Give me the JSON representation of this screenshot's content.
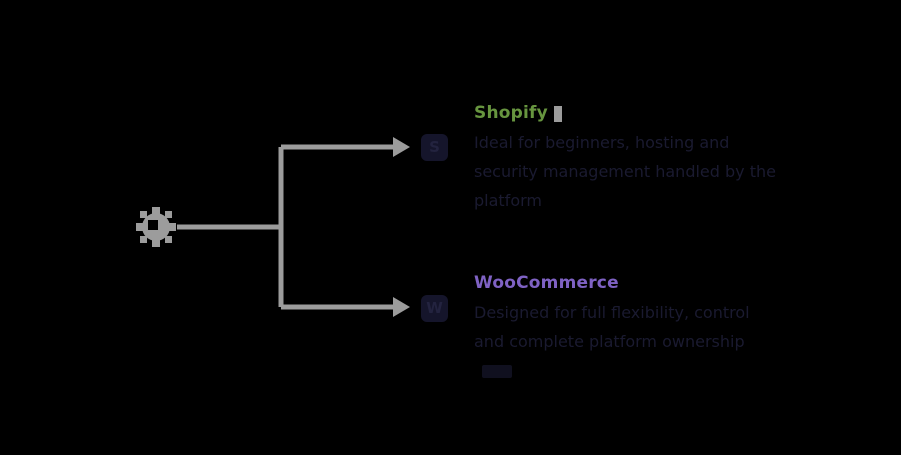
{
  "canvas": {
    "background_color": "#000000",
    "connector_color": "#9C9C9C",
    "description_text_color": "#1A1A30",
    "icon_tile_color": "#15152B"
  },
  "diagram": {
    "root": {
      "icon": "gear-icon"
    },
    "branches": [
      {
        "id": "shopify",
        "title": "Shopify",
        "title_color": "#67953F",
        "icon": "shopify-icon",
        "icon_glyph": "S",
        "description": "Ideal for beginners, hosting and security management handled by the platform",
        "has_text_cursor": true
      },
      {
        "id": "woocommerce",
        "title": "WooCommerce",
        "title_color": "#7F62C4",
        "icon": "woocommerce-icon",
        "icon_glyph": "W",
        "description": "Designed for full flexibility, control and complete platform ownership",
        "has_trailing_block": true
      }
    ]
  }
}
